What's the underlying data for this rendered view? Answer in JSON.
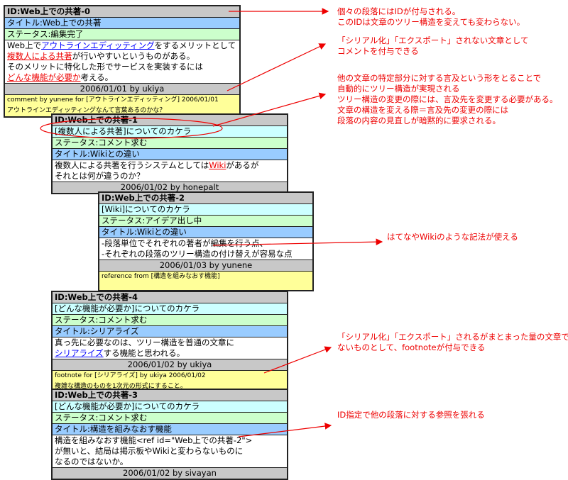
{
  "boxes": [
    {
      "id": "ID:Web上での共著-0",
      "title": "タイトル:Web上での共著",
      "status": "ステータス:編集完了",
      "body": {
        "l1a": "Web上で",
        "l1link": "アウトラインエディッティング",
        "l1b": "をするメリットとして",
        "l2link": "複数人による共著",
        "l2b": "が行いやすいというものがある。",
        "l3": "そのメリットに特化した形でサービスを実装するには",
        "l4link": "どんな機能が必要か",
        "l4b": "考える。"
      },
      "footer": "2006/01/01 by ukiya",
      "note1": "comment by yunene  for [アウトラインエディッティング] 2006/01/01",
      "note2": "アウトラインエディッティングなんて言葉あるのかな？"
    },
    {
      "id": "ID:Web上での共著-1",
      "kakera": "[複数人による共著]についてのカケラ",
      "status": "ステータス:コメント求む",
      "title": "タイトル:Wikiとの違い",
      "body": {
        "l1a": "複数人による共著を行うシステムとしては",
        "l1link": "Wiki",
        "l1b": "があるが",
        "l2": "それとは何が違うのか？"
      },
      "footer": "2006/01/02 by honepalt"
    },
    {
      "id": "ID:Web上での共著-2",
      "kakera": "[Wiki]についてのカケラ",
      "status": "ステータス:アイデア出し中",
      "title": "タイトル:Wikiとの違い",
      "body": {
        "l1": "-段落単位でそれぞれの著者が編集を行う点、",
        "l2": "-それぞれの段落のツリー構造の付け替えが容易な点"
      },
      "footer": "2006/01/03 by yunene",
      "note1": "reference from [構造を組みなおす機能]"
    },
    {
      "id": "ID:Web上での共著-4",
      "kakera": "[どんな機能が必要か]についてのカケラ",
      "status": "ステータス:コメント求む",
      "title": "タイトル:シリアライズ",
      "body": {
        "l1": "真っ先に必要なのは、ツリー構造を普通の文章に",
        "l2link": "シリアライズ",
        "l2b": "する機能と思われる。"
      },
      "footer": "2006/01/02 by ukiya",
      "note1": "footnote for [シリアライズ] by ukiya 2006/01/02",
      "note2": "複雑な構造のものを1次元の形式にすること。"
    },
    {
      "id": "ID:Web上での共著-3",
      "kakera": "[どんな機能が必要か]についてのカケラ",
      "status": "ステータス:コメント求む",
      "title": "タイトル:構造を組みなおす機能",
      "body": {
        "l1": "構造を組みなおす機能<ref id=\"Web上での共著-2\">",
        "l2": "が無いと、結局は掲示板やWikiと変わらないものに",
        "l3": "なるのではないか。"
      },
      "footer": "2006/01/02 by sivayan"
    }
  ],
  "annotations": [
    {
      "lines": [
        "個々の段落にはIDが付与される。",
        "このIDは文章のツリー構造を変えても変わらない。"
      ]
    },
    {
      "lines": [
        "「シリアル化」「エクスポート」されない文章として",
        "コメントを付与できる"
      ]
    },
    {
      "lines": [
        "他の文章の特定部分に対する言及という形をとることで",
        "自動的にツリー構造が実現される",
        "ツリー構造の変更の際には、言及先を変更する必要がある。",
        "文章の構造を変える際＝言及先の変更の際には",
        "段落の内容の見直しが暗黙的に要求される。"
      ]
    },
    {
      "lines": [
        "はてなやWikiのような記法が使える"
      ]
    },
    {
      "lines": [
        "「シリアル化」「エクスポート」されるがまとまった量の文章では",
        "ないものとして、footnoteが付与できる"
      ]
    },
    {
      "lines": [
        "ID指定で他の段落に対する参照を張れる"
      ]
    }
  ],
  "colors": {
    "annotation": "#ee0000",
    "header": "#c8c8c8",
    "title": "#99ccff",
    "status": "#ccffcc",
    "kakera": "#ccffff",
    "note": "#ffff99"
  }
}
